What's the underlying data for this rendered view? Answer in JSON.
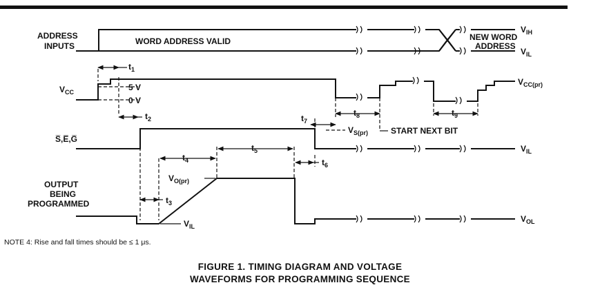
{
  "signals": {
    "address_inputs_1": "ADDRESS",
    "address_inputs_2": "INPUTS",
    "vcc": "V",
    "vcc_sub": "CC",
    "control": "S̅,E̅,G̅",
    "output_1": "OUTPUT",
    "output_2": "BEING",
    "output_3": "PROGRAMMED"
  },
  "annotations": {
    "word_address_valid": "WORD ADDRESS VALID",
    "new_word_1": "NEW WORD",
    "new_word_2": "ADDRESS",
    "v5": "5 V",
    "v0": "0 V",
    "start_next_bit": "START NEXT BIT"
  },
  "levels": {
    "vih": "V",
    "vih_sub": "IH",
    "vil": "V",
    "vil_sub": "IL",
    "vcc_pr": "V",
    "vcc_pr_sub": "CC(pr)",
    "vs_pr": "V",
    "vs_pr_sub": "S(pr)",
    "vil2": "V",
    "vil2_sub": "IL",
    "vo_pr": "V",
    "vo_pr_sub": "O(pr)",
    "vil3": "V",
    "vil3_sub": "IL",
    "vol": "V",
    "vol_sub": "OL"
  },
  "timings": {
    "t1": "t",
    "t1_sub": "1",
    "t2": "t",
    "t2_sub": "2",
    "t3": "t",
    "t3_sub": "3",
    "t4": "t",
    "t4_sub": "4",
    "t5": "t",
    "t5_sub": "5",
    "t6": "t",
    "t6_sub": "6",
    "t7": "t",
    "t7_sub": "7",
    "t8": "t",
    "t8_sub": "8",
    "t9": "t",
    "t9_sub": "9"
  },
  "note": "NOTE 4:  Rise and fall times should be ≤ 1 μs.",
  "caption": {
    "line1": "FIGURE 1.  TIMING DIAGRAM AND VOLTAGE",
    "line2": "WAVEFORMS FOR PROGRAMMING SEQUENCE"
  }
}
